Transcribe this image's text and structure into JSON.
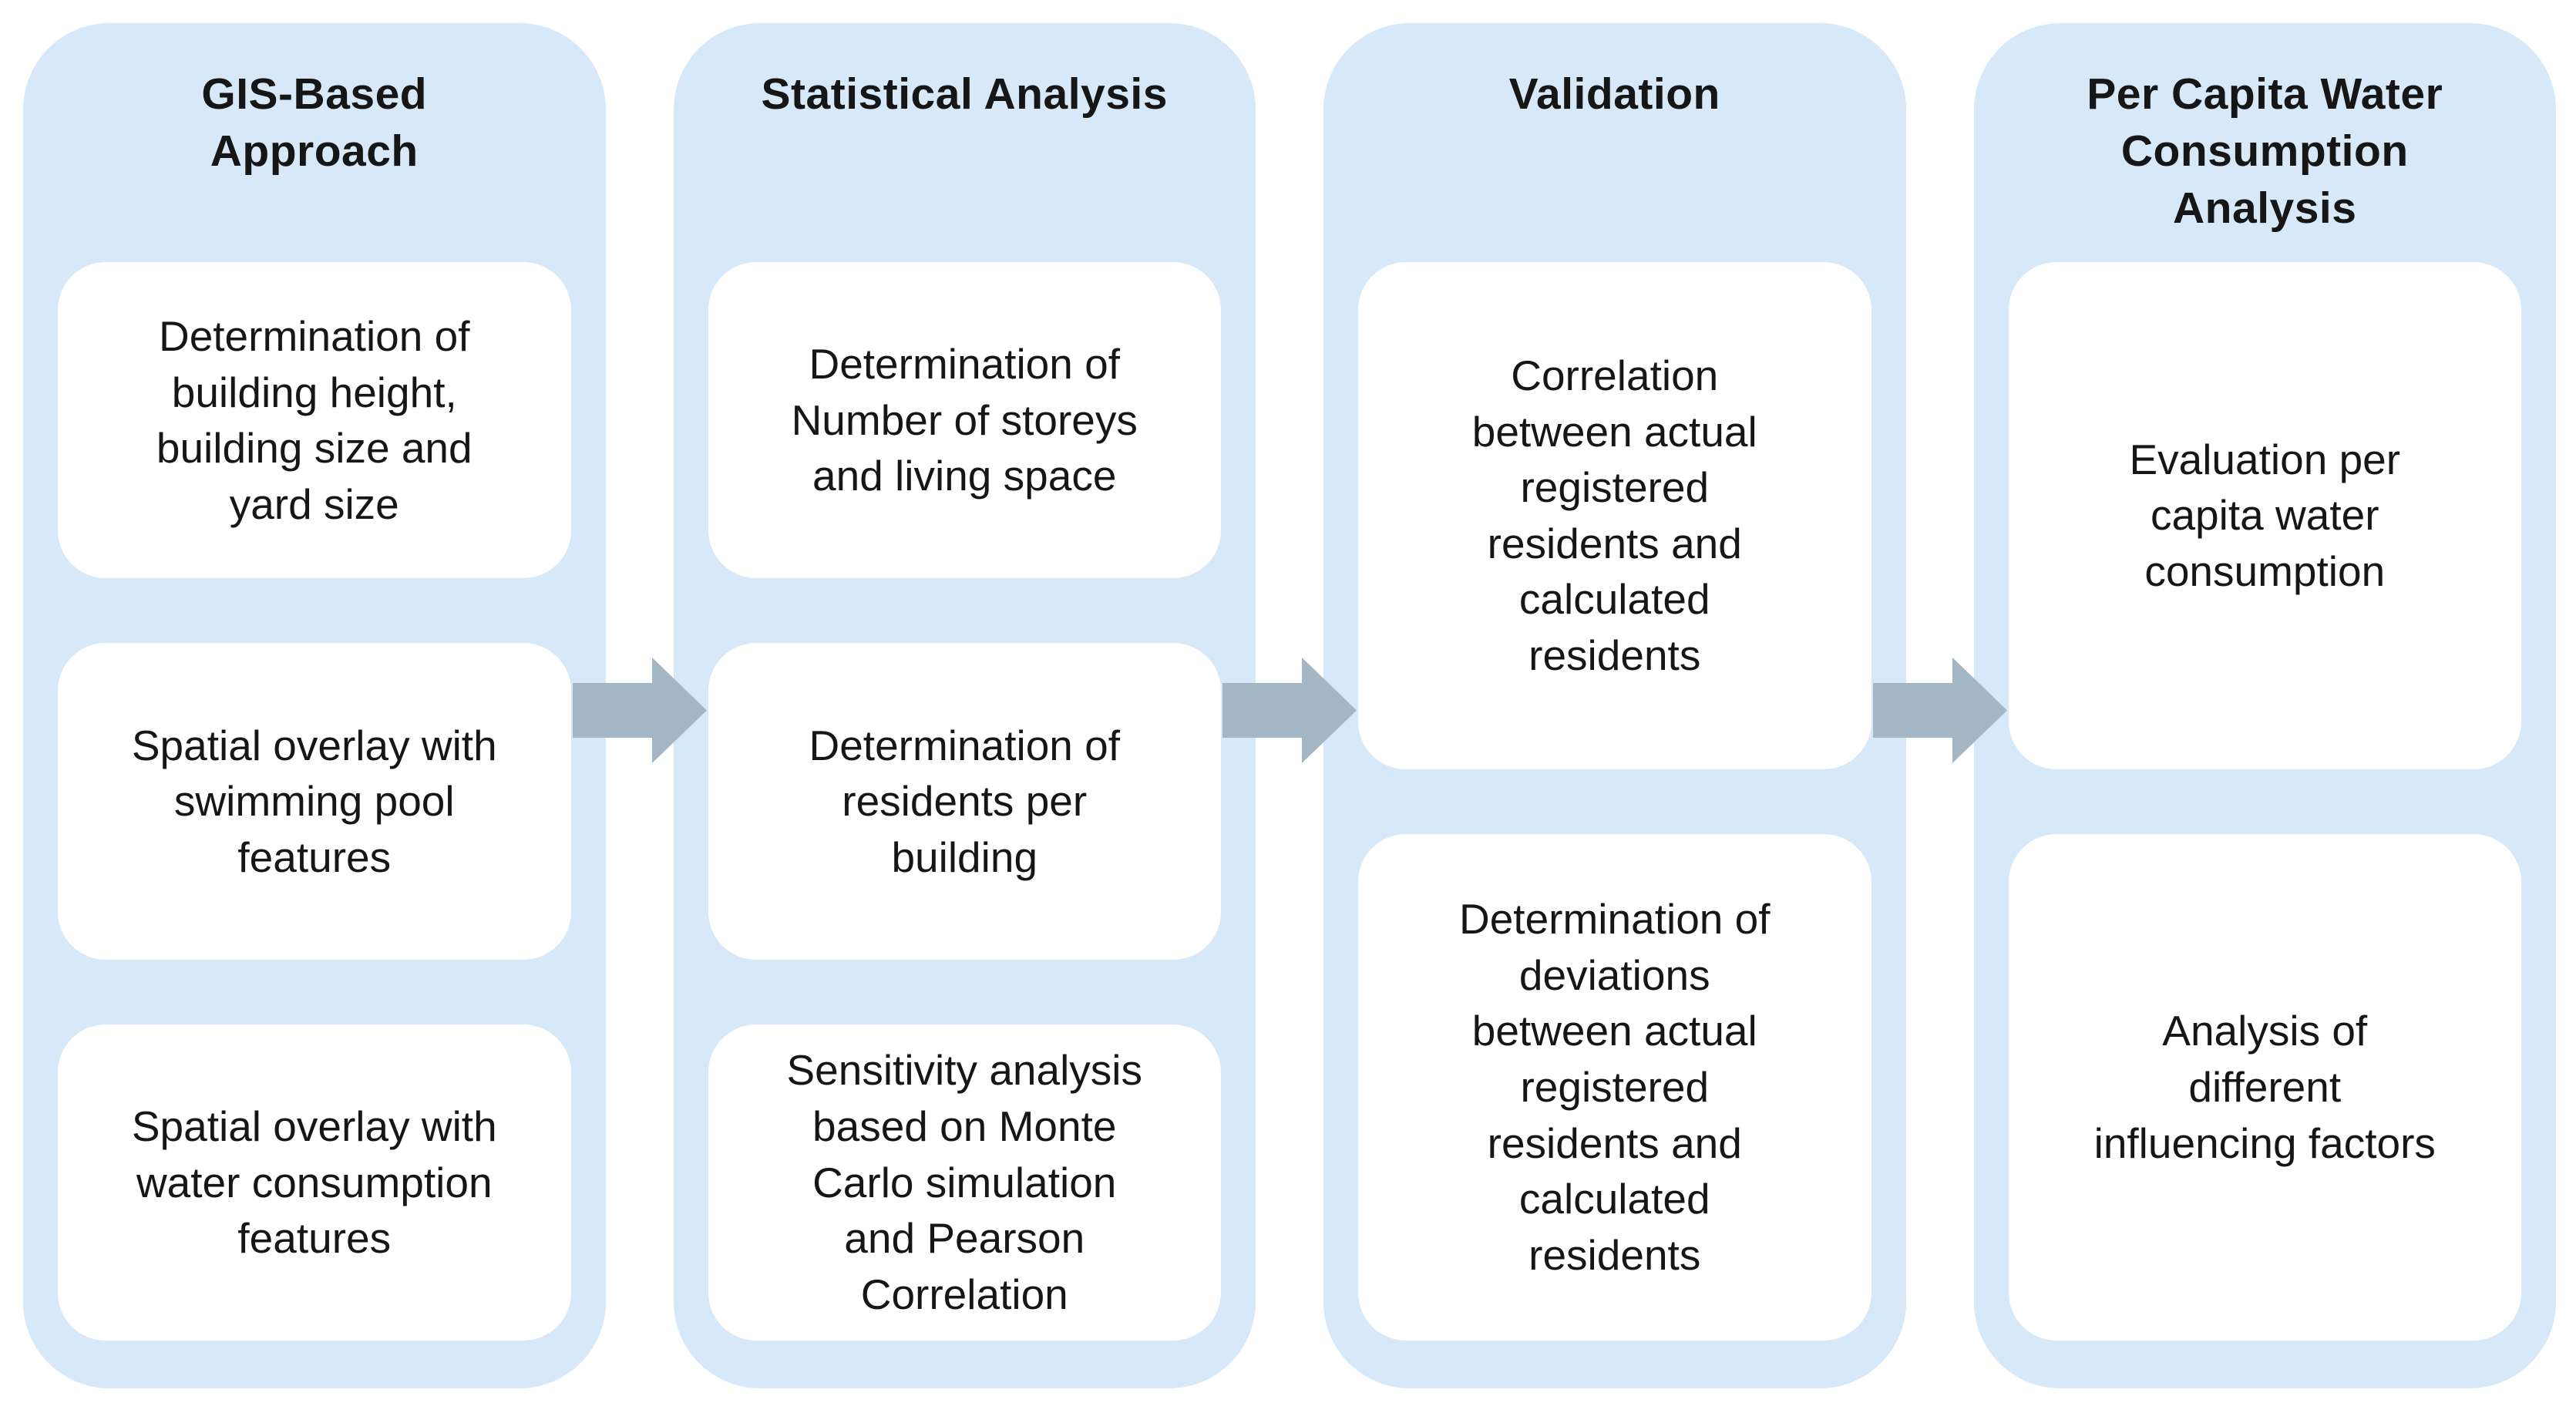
{
  "diagram": {
    "type": "process-flow",
    "columns": [
      {
        "title": "GIS-Based\nApproach",
        "boxes": [
          "Determination of\nbuilding height,\nbuilding size and\nyard size",
          "Spatial overlay with\nswimming pool\nfeatures",
          "Spatial overlay with\nwater consumption\nfeatures"
        ]
      },
      {
        "title": "Statistical Analysis",
        "boxes": [
          "Determination of\nNumber of storeys\nand living space",
          "Determination of\nresidents per\nbuilding",
          "Sensitivity analysis\nbased on Monte\nCarlo simulation\nand Pearson\nCorrelation"
        ]
      },
      {
        "title": "Validation",
        "boxes": [
          "Correlation\nbetween actual\nregistered\nresidents and\ncalculated\nresidents",
          "Determination of\ndeviations\nbetween actual\nregistered\nresidents and\ncalculated\nresidents"
        ]
      },
      {
        "title": "Per Capita Water\nConsumption\nAnalysis",
        "boxes": [
          "Evaluation per\ncapita water\nconsumption",
          "Analysis of\ndifferent\ninfluencing factors"
        ]
      }
    ],
    "colors": {
      "column_bg": "#D7E9F8",
      "box_bg": "#FFFFFF",
      "arrow": "#A3B6C4",
      "text": "#161616"
    }
  }
}
